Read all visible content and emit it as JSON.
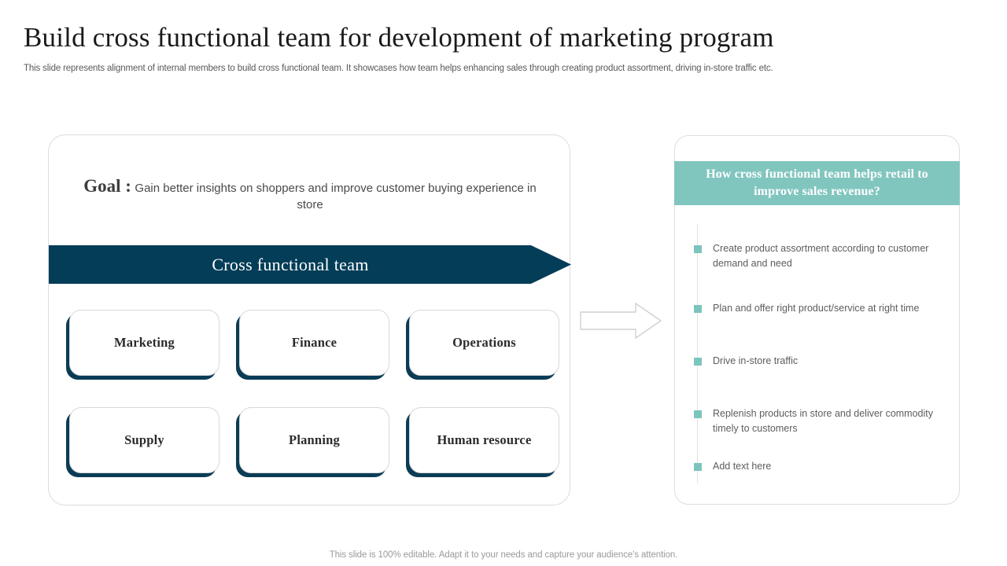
{
  "slide": {
    "title": "Build cross functional team for development of marketing program",
    "subtitle": "This slide represents alignment of internal members to build cross functional team. It showcases how team helps enhancing sales through creating product assortment, driving in-store traffic etc.",
    "footer": "This slide is 100% editable. Adapt it to your needs and capture your audience's attention."
  },
  "left_panel": {
    "goal_label": "Goal :",
    "goal_text": "Gain better insights on shoppers and improve customer buying experience in store",
    "banner_label": "Cross functional team",
    "teams": [
      {
        "label": "Marketing"
      },
      {
        "label": "Finance"
      },
      {
        "label": "Operations"
      },
      {
        "label": "Supply"
      },
      {
        "label": "Planning"
      },
      {
        "label": "Human resource"
      }
    ]
  },
  "connector": {
    "icon": "right-arrow-icon"
  },
  "right_panel": {
    "header": "How cross functional team helps retail to improve sales revenue?",
    "bullets": [
      {
        "text": "Create product assortment according to customer demand and need"
      },
      {
        "text": "Plan and offer right product/service at right time"
      },
      {
        "text": "Drive in-store traffic"
      },
      {
        "text": "Replenish products in store and deliver commodity timely to customers"
      },
      {
        "text": "Add text here"
      }
    ]
  },
  "colors": {
    "navy": "#033d58",
    "teal": "#81c5bf",
    "bullet_teal": "#7cc4bd",
    "title_text": "#1a1a1a",
    "body_text": "#5d5d5f",
    "card_border": "#dedede"
  }
}
